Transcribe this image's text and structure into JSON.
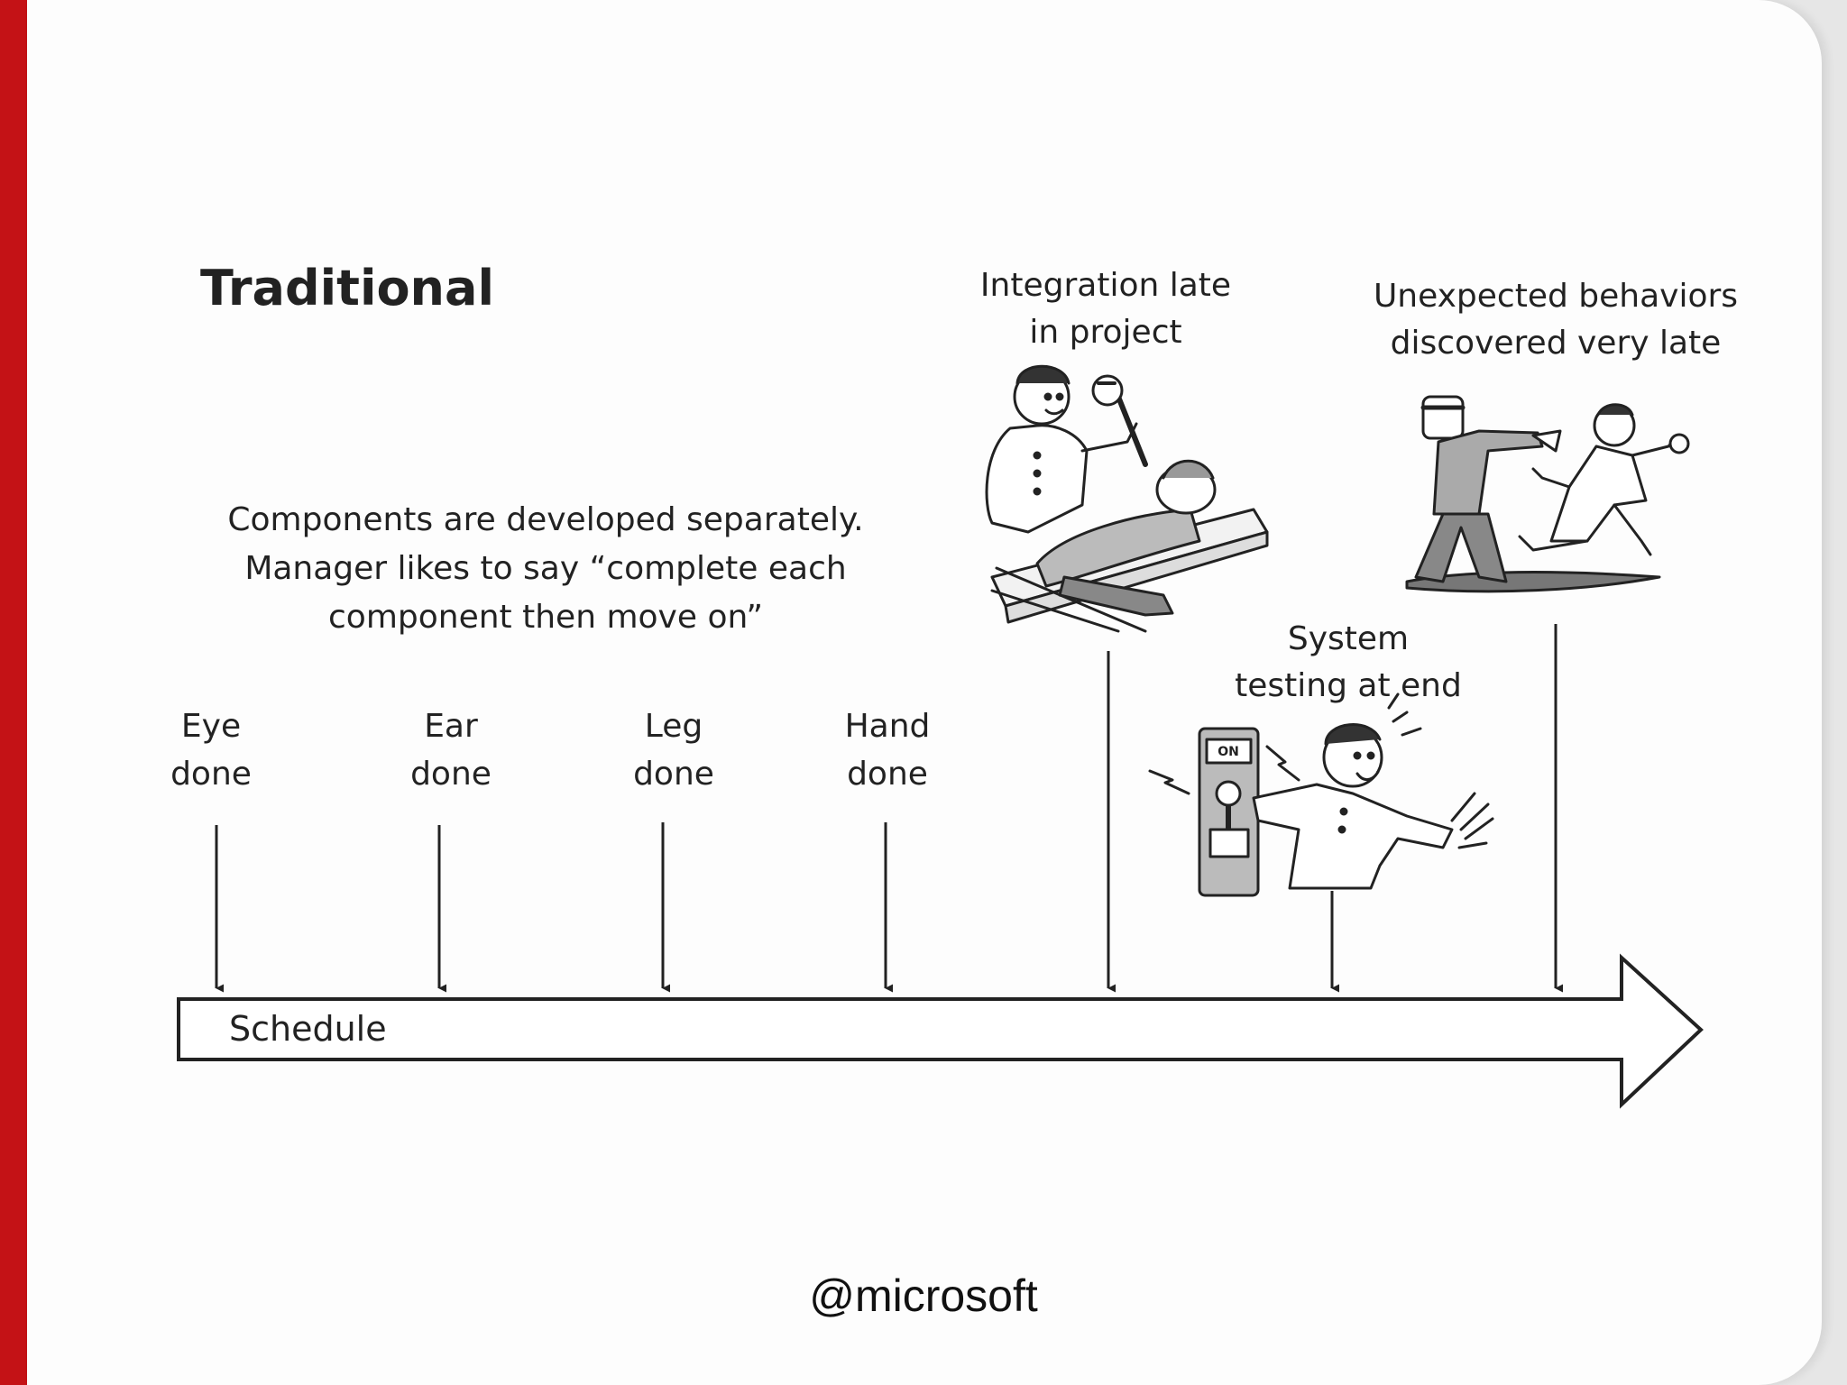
{
  "diagram": {
    "title": "Traditional",
    "description": [
      "Components are developed separately.",
      "Manager likes to say “complete each",
      "component then move on”"
    ],
    "milestones": [
      {
        "line1": "Eye",
        "line2": "done"
      },
      {
        "line1": "Ear",
        "line2": "done"
      },
      {
        "line1": "Leg",
        "line2": "done"
      },
      {
        "line1": "Hand",
        "line2": "done"
      }
    ],
    "integration_label": [
      "Integration late",
      "in project"
    ],
    "unexpected_label": [
      "Unexpected behaviors",
      "discovered very late"
    ],
    "system_test_label": [
      "System",
      "testing at end"
    ],
    "switch_label": "ON",
    "schedule_label": "Schedule"
  },
  "footer": {
    "handle": "@microsoft"
  },
  "colors": {
    "accent_red": "#c41216",
    "ink": "#222222",
    "slide_bg": "#fdfdfd"
  }
}
